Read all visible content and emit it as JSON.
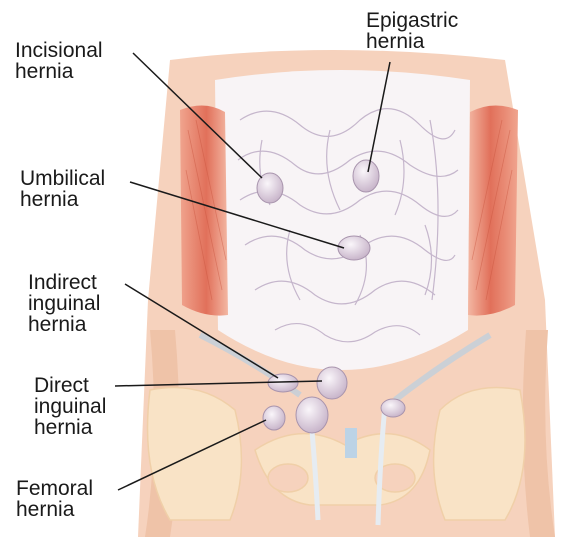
{
  "labels": {
    "incisional": {
      "line1": "Incisional",
      "line2": "hernia"
    },
    "epigastric": {
      "line1": "Epigastric",
      "line2": "hernia"
    },
    "umbilical": {
      "line1": "Umbilical",
      "line2": "hernia"
    },
    "indirect_inguinal": {
      "line1": "Indirect",
      "line2": "inguinal",
      "line3": "hernia"
    },
    "direct_inguinal": {
      "line1": "Direct",
      "line2": "inguinal",
      "line3": "hernia"
    },
    "femoral": {
      "line1": "Femoral",
      "line2": "hernia"
    }
  },
  "colors": {
    "skin": "#f6d2bd",
    "skin_dark": "#efc3a8",
    "muscle": "#e1705a",
    "intestine": "#ebe8f0",
    "intestine_line": "#b9a7c2",
    "bone": "#f9e3c6",
    "hernia": "#e8dde8",
    "leader": "#1a1a1a"
  }
}
